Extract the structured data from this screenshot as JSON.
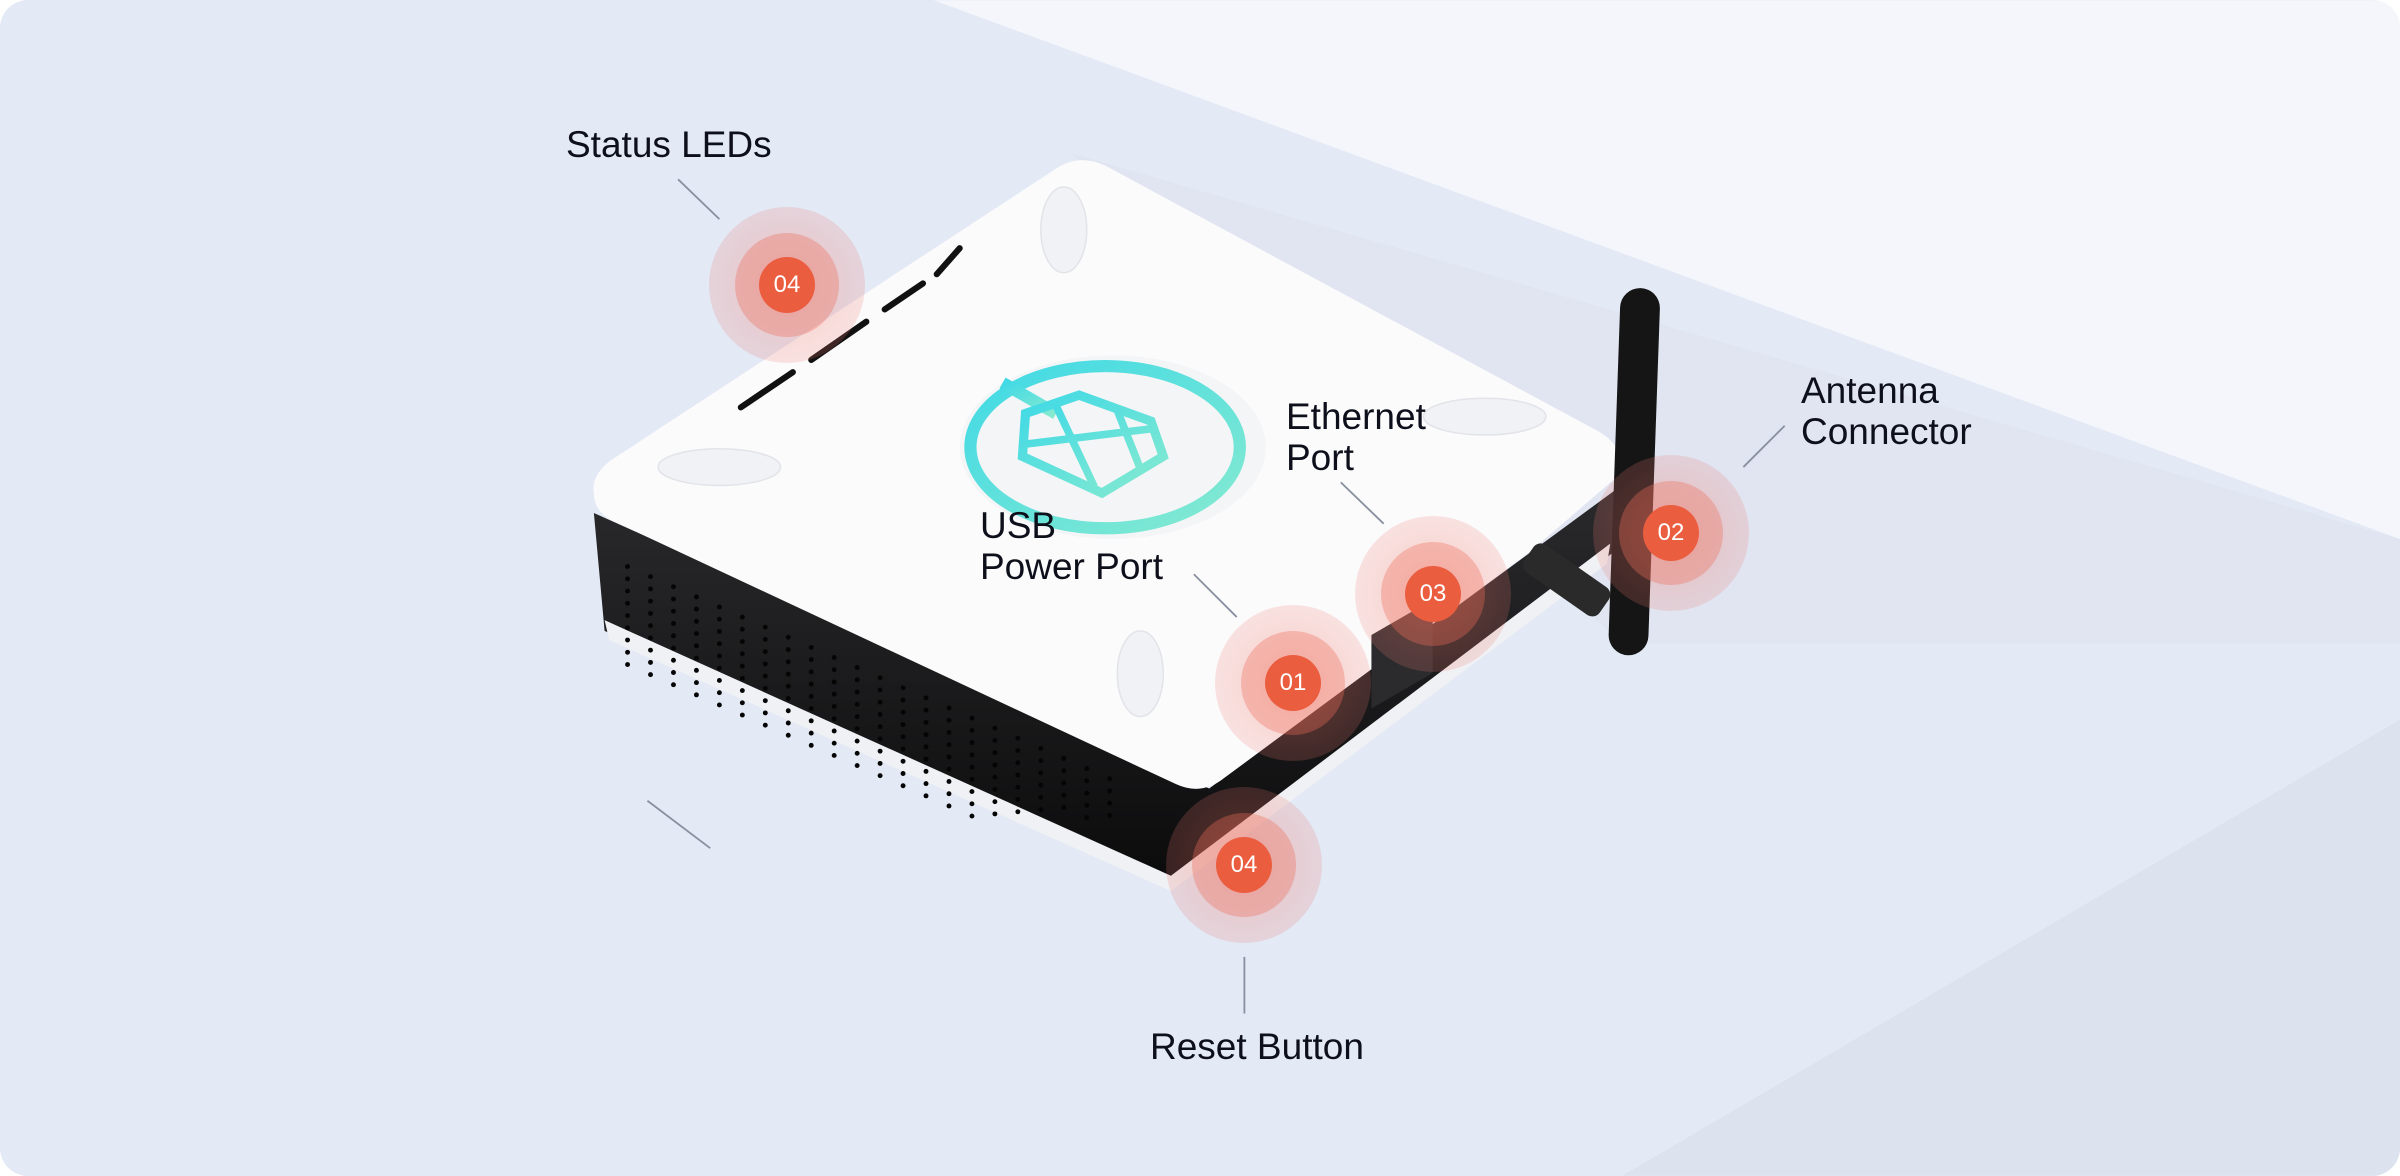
{
  "callouts": [
    {
      "id": "status-leds",
      "label": "Status LEDs",
      "number": "04"
    },
    {
      "id": "usb-power-port",
      "label_line1": "USB",
      "label_line2": "Power Port",
      "number": "01"
    },
    {
      "id": "antenna-connector",
      "label_line1": "Antenna",
      "label_line2": "Connector",
      "number": "02"
    },
    {
      "id": "ethernet-port",
      "label_line1": "Ethernet",
      "label_line2": "Port",
      "number": "03"
    },
    {
      "id": "reset-button",
      "label": "Reset Button",
      "number": "04"
    }
  ],
  "colors": {
    "marker": "#eb5d3f",
    "background": "#e3e9f5",
    "logo_start": "#3fd9e6",
    "logo_end": "#86ead0"
  }
}
